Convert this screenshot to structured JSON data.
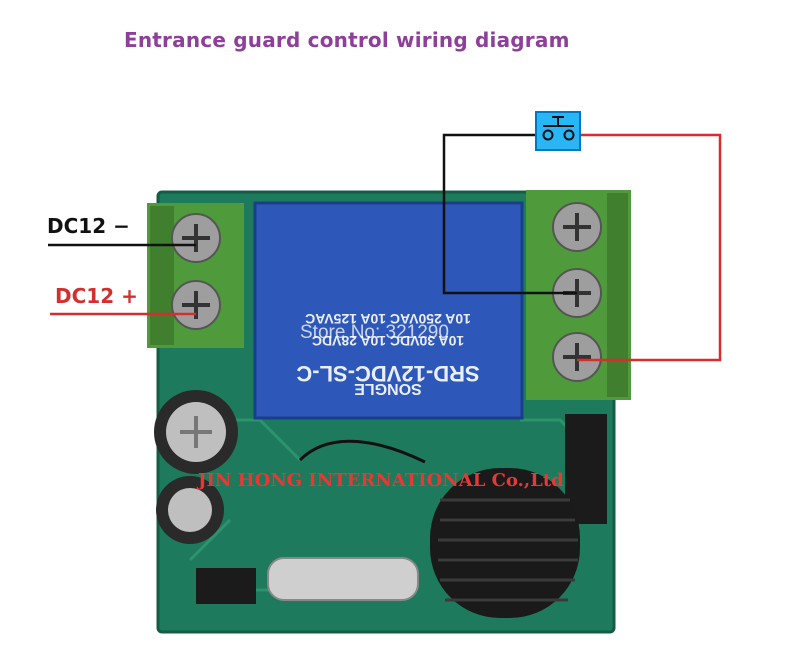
{
  "title": "Entrance guard control wiring diagram",
  "labels": {
    "dc_negative": "DC12",
    "dc_negative_sign": "−",
    "dc_positive": "DC12 +"
  },
  "relay": {
    "model": "SRD-12VDC-SL-C",
    "rating_1": "10A 30VDC 10A 28VDC",
    "rating_2": "10A 250VAC 10A 125VAC",
    "brand": "SONGLE"
  },
  "watermarks": {
    "store": "Store No: 321290",
    "company": "JIN HONG INTERNATIONAL Co.,Ltd"
  },
  "colors": {
    "title": "#8e3f9a",
    "positive_wire": "#d32f2f",
    "negative_wire": "#111111",
    "pcb": "#1e7a5c",
    "relay": "#2d57b8",
    "terminal": "#4f9a3a",
    "switch": "#29b6f6"
  },
  "icons": [
    "push-button-switch-icon",
    "screw-terminal-icon"
  ]
}
